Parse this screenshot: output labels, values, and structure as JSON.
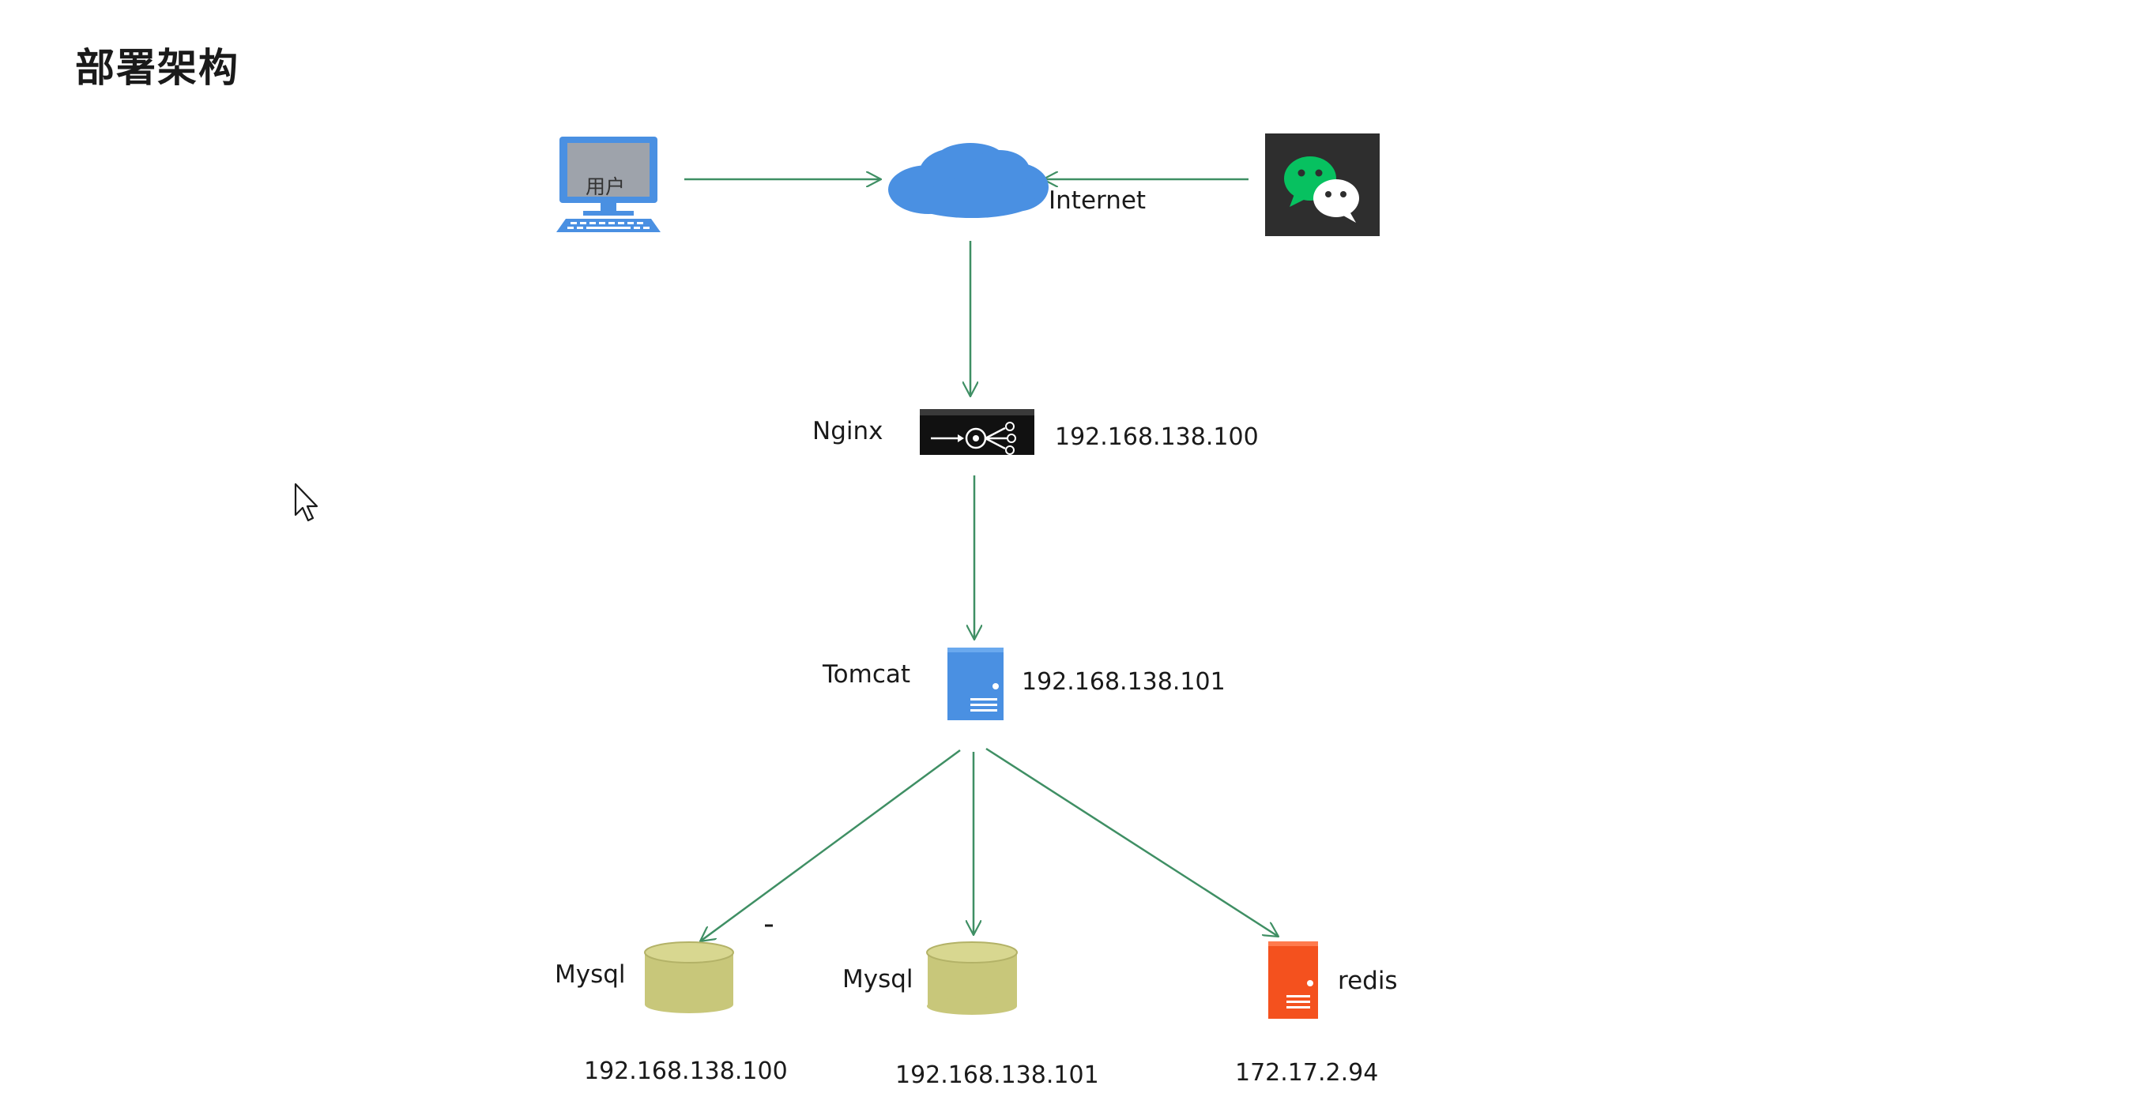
{
  "title": "部署架构",
  "colors": {
    "arrow": "#3f8f64",
    "cloud": "#4a90e2",
    "tomcat": "#4a90e2",
    "redis": "#f4511e",
    "mysql": "#c8c77a",
    "nginx": "#111111",
    "wechat_bg": "#2e2e2e",
    "wechat_green": "#07c160"
  },
  "nodes": {
    "user": {
      "label": "用户"
    },
    "internet": {
      "label": "Internet"
    },
    "wechat": {
      "icon": "wechat-icon"
    },
    "nginx": {
      "label": "Nginx",
      "ip": "192.168.138.100"
    },
    "tomcat": {
      "label": "Tomcat",
      "ip": "192.168.138.101"
    },
    "mysql_1": {
      "label": "Mysql",
      "ip": "192.168.138.100"
    },
    "mysql_2": {
      "label": "Mysql",
      "ip": "192.168.138.101"
    },
    "redis": {
      "label": "redis",
      "ip": "172.17.2.94"
    }
  }
}
